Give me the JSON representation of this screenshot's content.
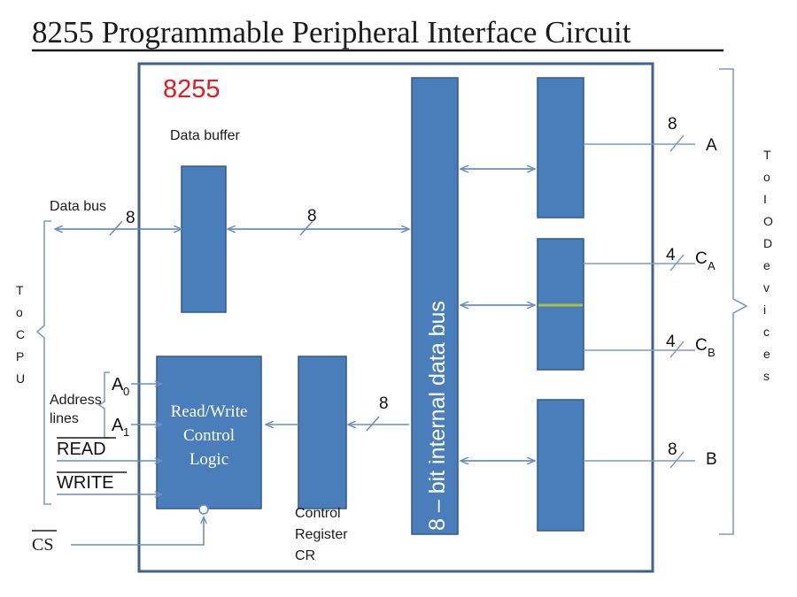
{
  "title": "8255 Programmable Peripheral Interface Circuit",
  "chip": {
    "label": "8255",
    "accent_color": "#e01b24",
    "block_color": "#4a7ebb",
    "boundary_color": "#3f618f",
    "wire_color": "#6a8fbd",
    "divider_color": "#b5bd3c"
  },
  "blocks": {
    "data_buffer": "Data buffer",
    "rw_logic_line1": "Read/Write",
    "rw_logic_line2": "Control",
    "rw_logic_line3": "Logic",
    "control_register_line1": "Control",
    "control_register_line2": "Register",
    "control_register_line3": "CR",
    "internal_bus": "8 – bit internal data bus"
  },
  "left_side": {
    "data_bus_label": "Data bus",
    "data_bus_width": "8",
    "to_cpu_letters": [
      "T",
      "o",
      "C",
      "P",
      "U"
    ],
    "address_lines_line1": "Address",
    "address_lines_line2": "lines",
    "a0": "A",
    "a0_sub": "0",
    "a1": "A",
    "a1_sub": "1",
    "read": "READ",
    "write": "WRITE",
    "cs": "CS"
  },
  "right_side": {
    "to_io_letters": [
      "T",
      "o",
      "I",
      "O",
      "D",
      "e",
      "v",
      "i",
      "c",
      "e",
      "s"
    ],
    "ports": [
      {
        "name": "A",
        "sub": "",
        "width": "8"
      },
      {
        "name": "C",
        "sub": "A",
        "width": "4"
      },
      {
        "name": "C",
        "sub": "B",
        "width": "4"
      },
      {
        "name": "B",
        "sub": "",
        "width": "8"
      }
    ]
  },
  "internal_bus_widths": {
    "to_control_register": "8"
  }
}
